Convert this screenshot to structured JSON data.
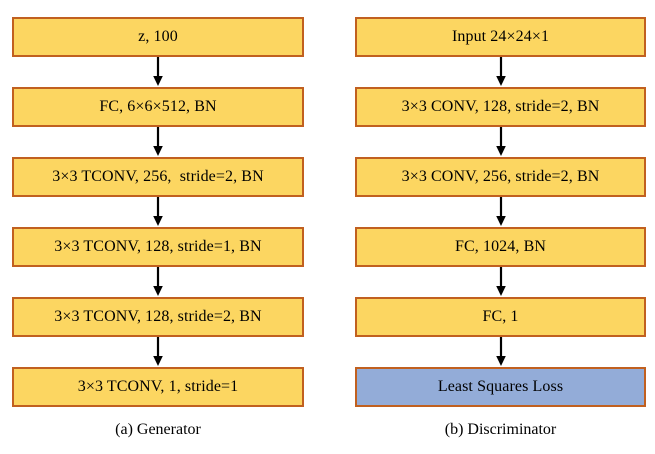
{
  "figure": {
    "type": "diagram",
    "background_color": "#ffffff",
    "box_fill_color": "#fcd661",
    "box_border_color": "#c1601f",
    "loss_fill_color": "#93acd8",
    "arrow_color": "#000000",
    "text_color": "#000000"
  },
  "columns": [
    {
      "id": "generator",
      "caption": "(a) Generator",
      "nodes": [
        {
          "label": "z, 100",
          "kind": "layer"
        },
        {
          "label": "FC, 6×6×512, BN",
          "kind": "layer"
        },
        {
          "label": "3×3 TCONV, 256,  stride=2, BN",
          "kind": "layer"
        },
        {
          "label": "3×3 TCONV, 128, stride=1, BN",
          "kind": "layer"
        },
        {
          "label": "3×3 TCONV, 128, stride=2, BN",
          "kind": "layer"
        },
        {
          "label": "3×3 TCONV, 1, stride=1",
          "kind": "layer"
        }
      ],
      "arrow_count": 5
    },
    {
      "id": "discriminator",
      "caption": "(b) Discriminator",
      "nodes": [
        {
          "label": "Input 24×24×1",
          "kind": "layer"
        },
        {
          "label": "3×3 CONV, 128, stride=2, BN",
          "kind": "layer"
        },
        {
          "label": "3×3 CONV, 256, stride=2, BN",
          "kind": "layer"
        },
        {
          "label": "FC, 1024, BN",
          "kind": "layer"
        },
        {
          "label": "FC, 1",
          "kind": "layer"
        },
        {
          "label": "Least Squares Loss",
          "kind": "loss"
        }
      ],
      "arrow_count": 5
    }
  ],
  "icons": {
    "arrow": "down-arrow-icon"
  }
}
